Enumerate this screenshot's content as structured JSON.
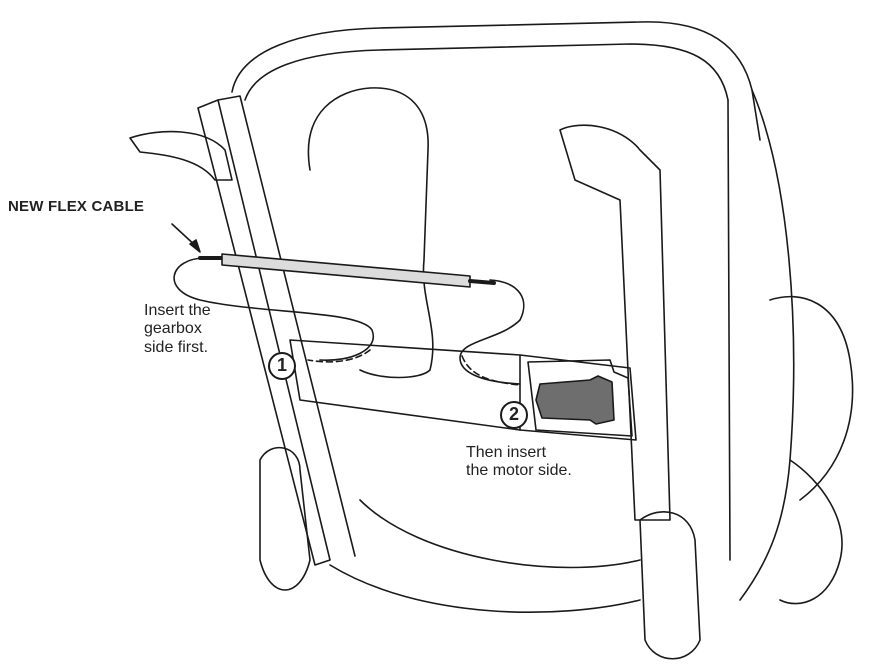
{
  "diagram": {
    "subject": "Seat back frame with flex cable installation",
    "labels": {
      "cable": "NEW FLEX CABLE",
      "step1_line1": "Insert the",
      "step1_line2": "gearbox",
      "step1_line3": "side first.",
      "step2_line1": "Then insert",
      "step2_line2": "the motor side."
    },
    "callouts": [
      {
        "number": "1",
        "side": "gearbox"
      },
      {
        "number": "2",
        "side": "motor"
      }
    ],
    "colors": {
      "line": "#1a1a1a",
      "cable": "#dcdcdc",
      "motor": "#6e6e6e"
    }
  }
}
